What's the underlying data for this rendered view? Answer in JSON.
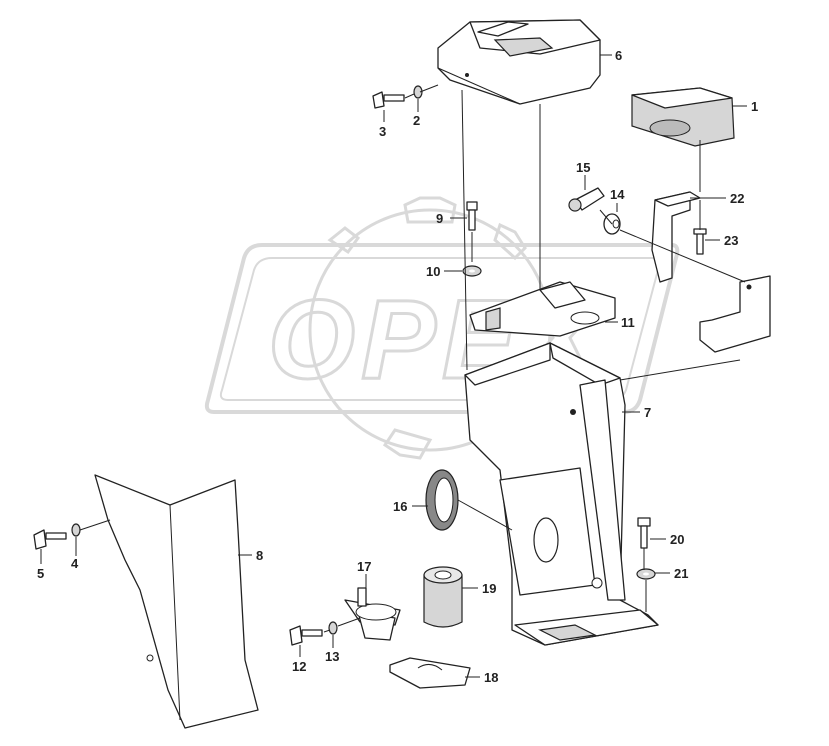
{
  "watermark": {
    "text": "OPEX",
    "color": "#d9d9d9"
  },
  "callouts": [
    {
      "n": "1"
    },
    {
      "n": "2"
    },
    {
      "n": "3"
    },
    {
      "n": "4"
    },
    {
      "n": "5"
    },
    {
      "n": "6"
    },
    {
      "n": "7"
    },
    {
      "n": "8"
    },
    {
      "n": "9"
    },
    {
      "n": "10"
    },
    {
      "n": "11"
    },
    {
      "n": "12"
    },
    {
      "n": "13"
    },
    {
      "n": "14"
    },
    {
      "n": "15"
    },
    {
      "n": "16"
    },
    {
      "n": "17"
    },
    {
      "n": "18"
    },
    {
      "n": "19"
    },
    {
      "n": "20"
    },
    {
      "n": "21"
    },
    {
      "n": "22"
    },
    {
      "n": "23"
    }
  ]
}
